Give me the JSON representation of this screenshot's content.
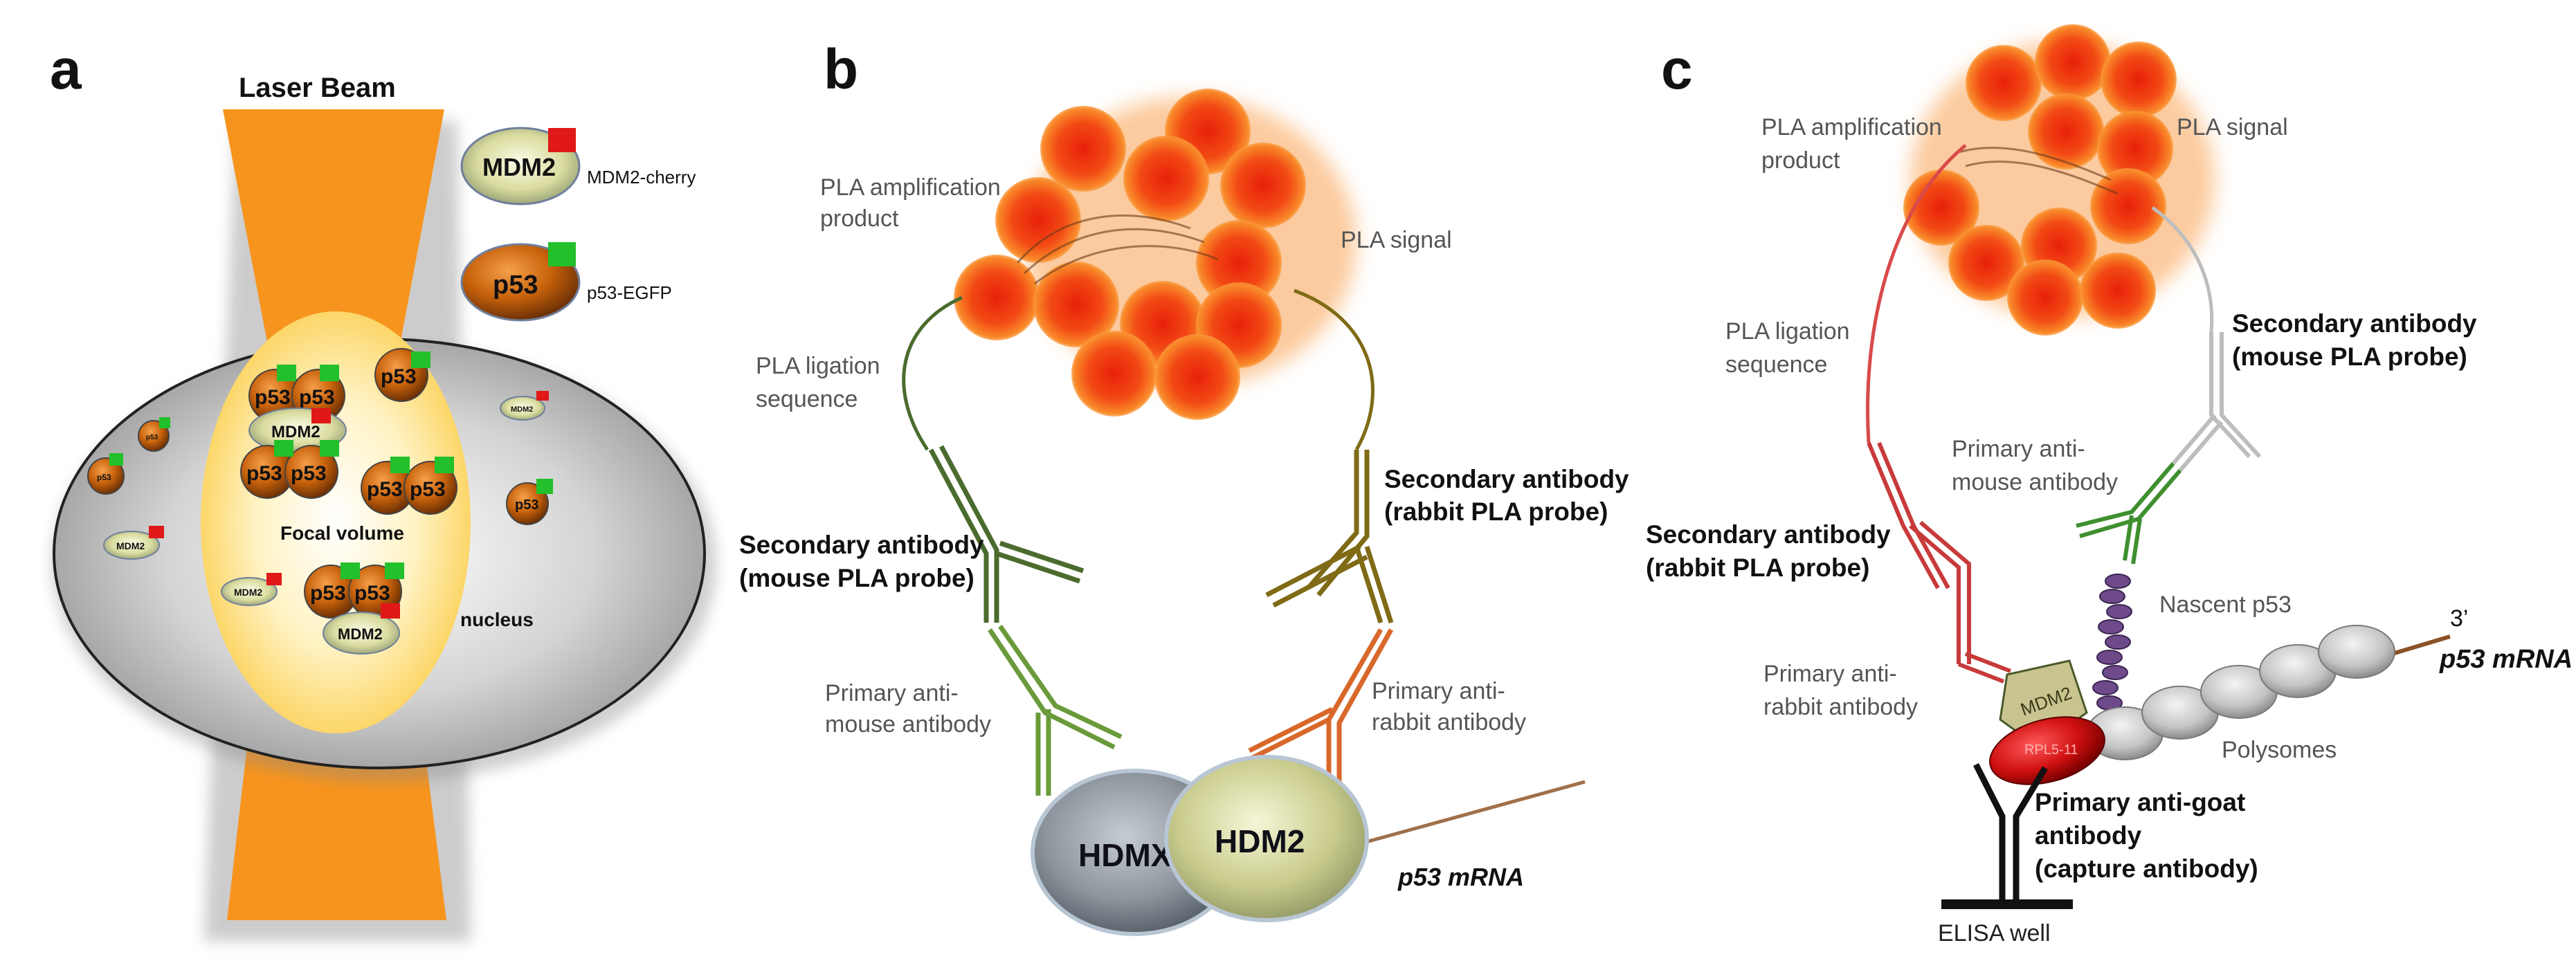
{
  "panel_letters": [
    "a",
    "b",
    "c"
  ],
  "panel_a": {
    "laser_beam": "Laser Beam",
    "legend_mdm2_pill": "MDM2",
    "legend_mdm2": "MDM2-cherry",
    "legend_p53_pill": "p53",
    "legend_p53": "p53-EGFP",
    "focal_volume": "Focal volume",
    "nucleus": "nucleus",
    "p53": "p53",
    "mdm2": "MDM2"
  },
  "panel_b": {
    "amplification_product": [
      "PLA amplification",
      "product"
    ],
    "pla_signal": "PLA signal",
    "ligation_sequence": [
      "PLA ligation",
      "sequence"
    ],
    "secondary_rabbit": [
      "Secondary antibody",
      "(rabbit PLA probe)"
    ],
    "secondary_mouse": [
      "Secondary antibody",
      "(mouse PLA probe)"
    ],
    "primary_mouse": [
      "Primary anti-",
      "mouse antibody"
    ],
    "primary_rabbit": [
      "Primary anti-",
      "rabbit antibody"
    ],
    "hdmx": "HDMX",
    "hdm2": "HDM2",
    "p53_mrna": "p53 mRNA"
  },
  "panel_c": {
    "amplification_product": [
      "PLA amplification",
      "product"
    ],
    "pla_signal": "PLA signal",
    "ligation_sequence": [
      "PLA ligation",
      "sequence"
    ],
    "secondary_mouse": [
      "Secondary antibody",
      "(mouse PLA probe)"
    ],
    "primary_mouse": [
      "Primary anti-",
      "mouse antibody"
    ],
    "secondary_rabbit": [
      "Secondary antibody",
      "(rabbit PLA probe)"
    ],
    "nascent_p53": "Nascent p53",
    "three_prime": "3’",
    "p53_mrna": "p53 mRNA",
    "primary_rabbit": [
      "Primary anti-",
      "rabbit antibody"
    ],
    "mdm2": "MDM2",
    "rpl5": "RPL5-11",
    "polysomes": "Polysomes",
    "primary_goat": [
      "Primary anti-goat",
      "antibody",
      "(capture antibody)"
    ],
    "elisa_well": "ELISA well"
  },
  "colors": {
    "laser": "#f7941d",
    "focal": "#fde48a",
    "egfp": "#22c02a",
    "cherry": "#e01818",
    "pla_blob": "#ee3a1e",
    "mouse_green": "#4a6b2d",
    "rabbit_orange": "#d9672a",
    "olive": "#7f6a15",
    "red_probe": "#c83a3a"
  }
}
